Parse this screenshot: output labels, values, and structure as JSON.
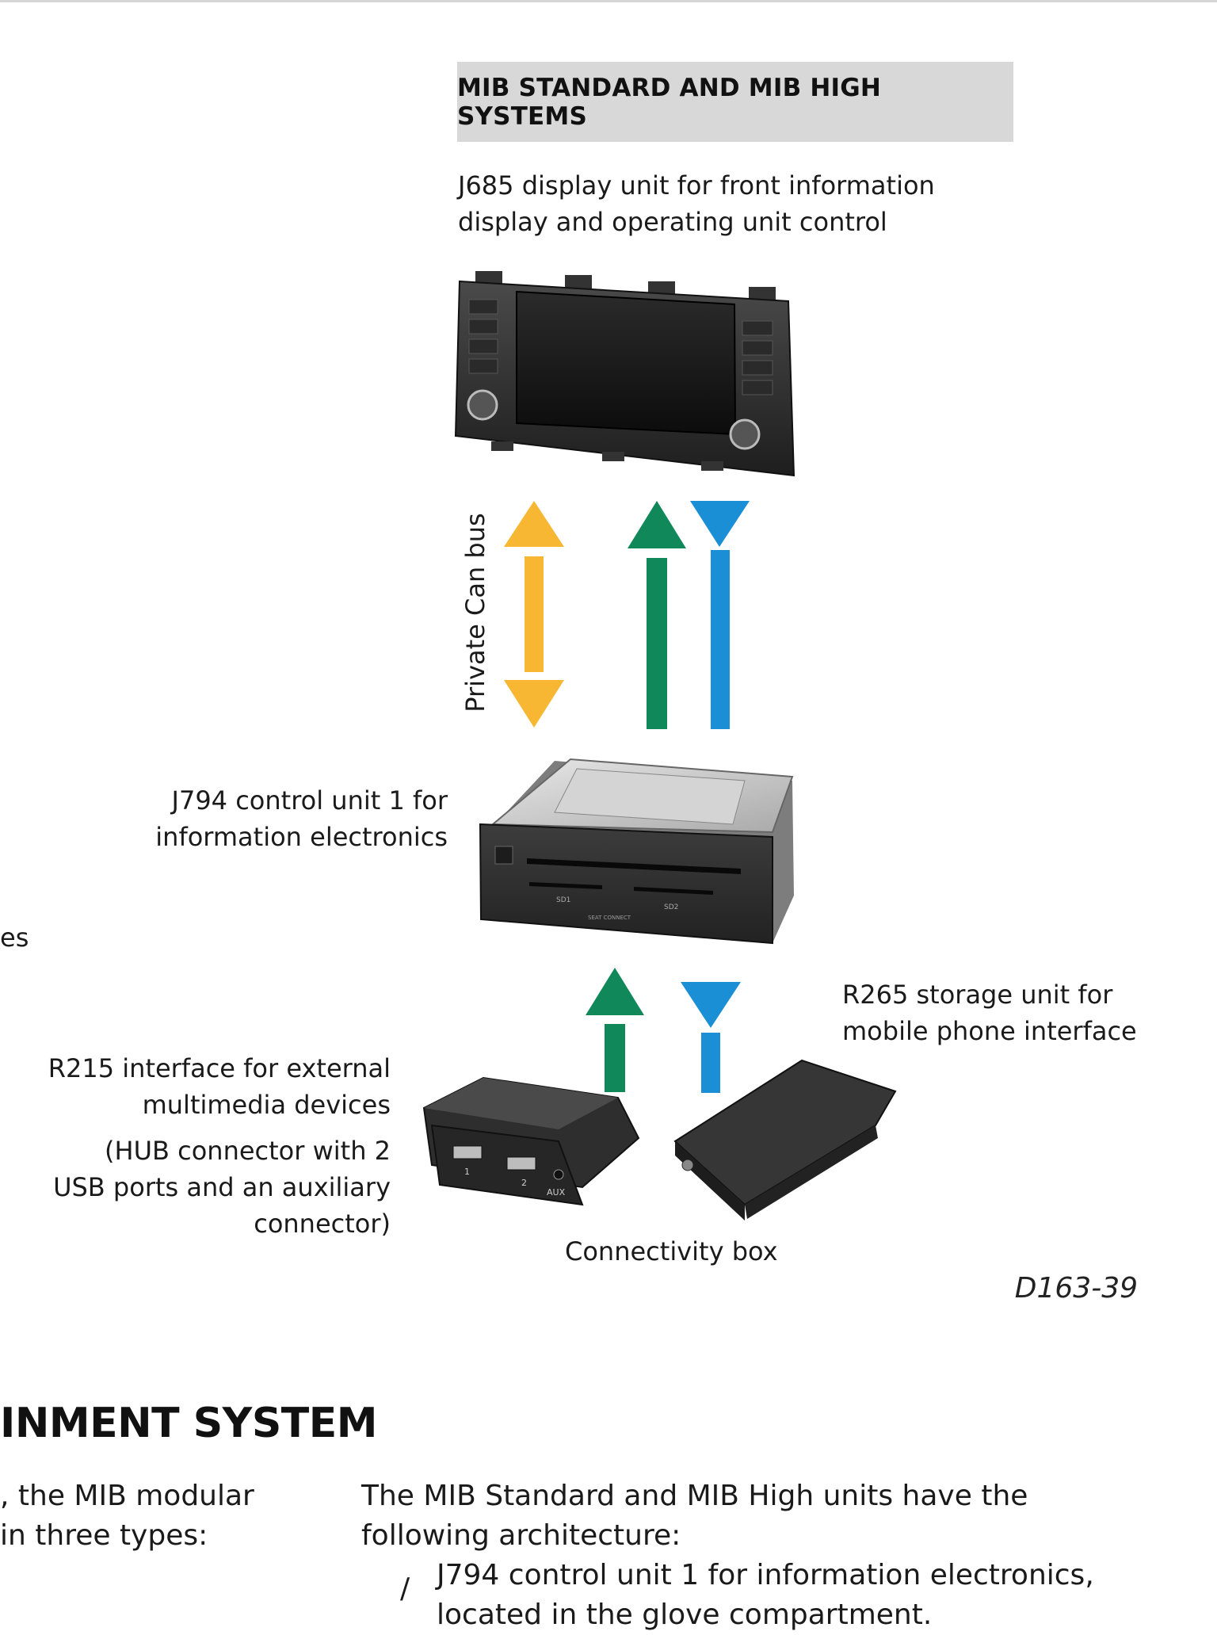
{
  "diagram": {
    "header": "MIB STANDARD AND MIB HIGH SYSTEMS",
    "display_unit_label": [
      "J685 display unit for front information",
      "display and operating unit control"
    ],
    "can_bus_label": "Private Can bus",
    "control_unit_label": [
      "J794 control unit 1 for",
      "information electronics"
    ],
    "edge_fragment": "es",
    "r215_label": [
      "R215 interface for external",
      "multimedia devices"
    ],
    "r215_note": [
      "(HUB connector with 2",
      "USB ports and an auxiliary",
      "connector)"
    ],
    "r265_label": [
      "R265 storage unit for",
      "mobile phone interface"
    ],
    "connectivity_label": "Connectivity box",
    "figure_id": "D163-39",
    "usb_port_1": "1",
    "usb_port_2": "2",
    "aux_label": "AUX",
    "sd1_label": "SD1",
    "sd2_label": "SD2",
    "brand_label": "SEAT CONNECT",
    "colors": {
      "can_bus": "#f7b733",
      "green": "#10885a",
      "blue": "#1a8fd6",
      "header_bg": "#d8d8d8"
    }
  },
  "article": {
    "heading": "INMENT SYSTEM",
    "left_col": [
      ", the MIB modular",
      "in three types:"
    ],
    "right_col": [
      "The MIB Standard and MIB High units have the",
      "following architecture:"
    ],
    "bullet_mark": "/",
    "bullet_lines": [
      "J794 control unit 1 for information electronics,",
      "located in the glove compartment."
    ]
  }
}
